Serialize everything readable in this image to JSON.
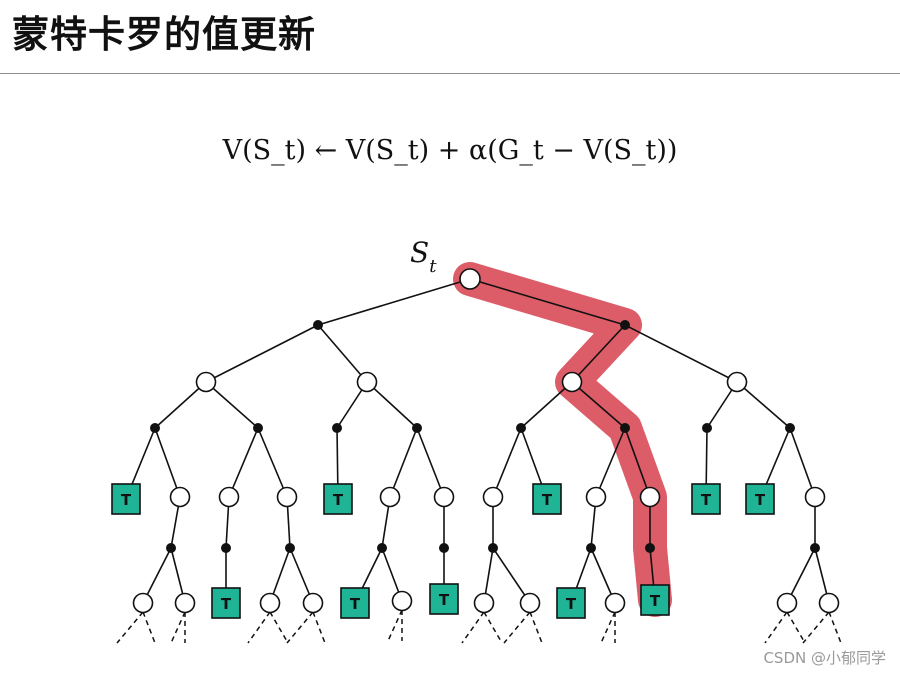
{
  "slide": {
    "title": "蒙特卡罗的值更新"
  },
  "formula": {
    "text": "V(S_t) ← V(S_t) + α(G_t − V(S_t))"
  },
  "diagram": {
    "root_label": "S",
    "root_label_subscript": "t",
    "terminal_label": "T",
    "colors": {
      "terminal_fill": "#1fb496",
      "highlight_path": "#d9505c",
      "edge": "#111111",
      "state_fill": "#ffffff"
    }
  },
  "watermark": {
    "text": "CSDN @小郁同学"
  }
}
